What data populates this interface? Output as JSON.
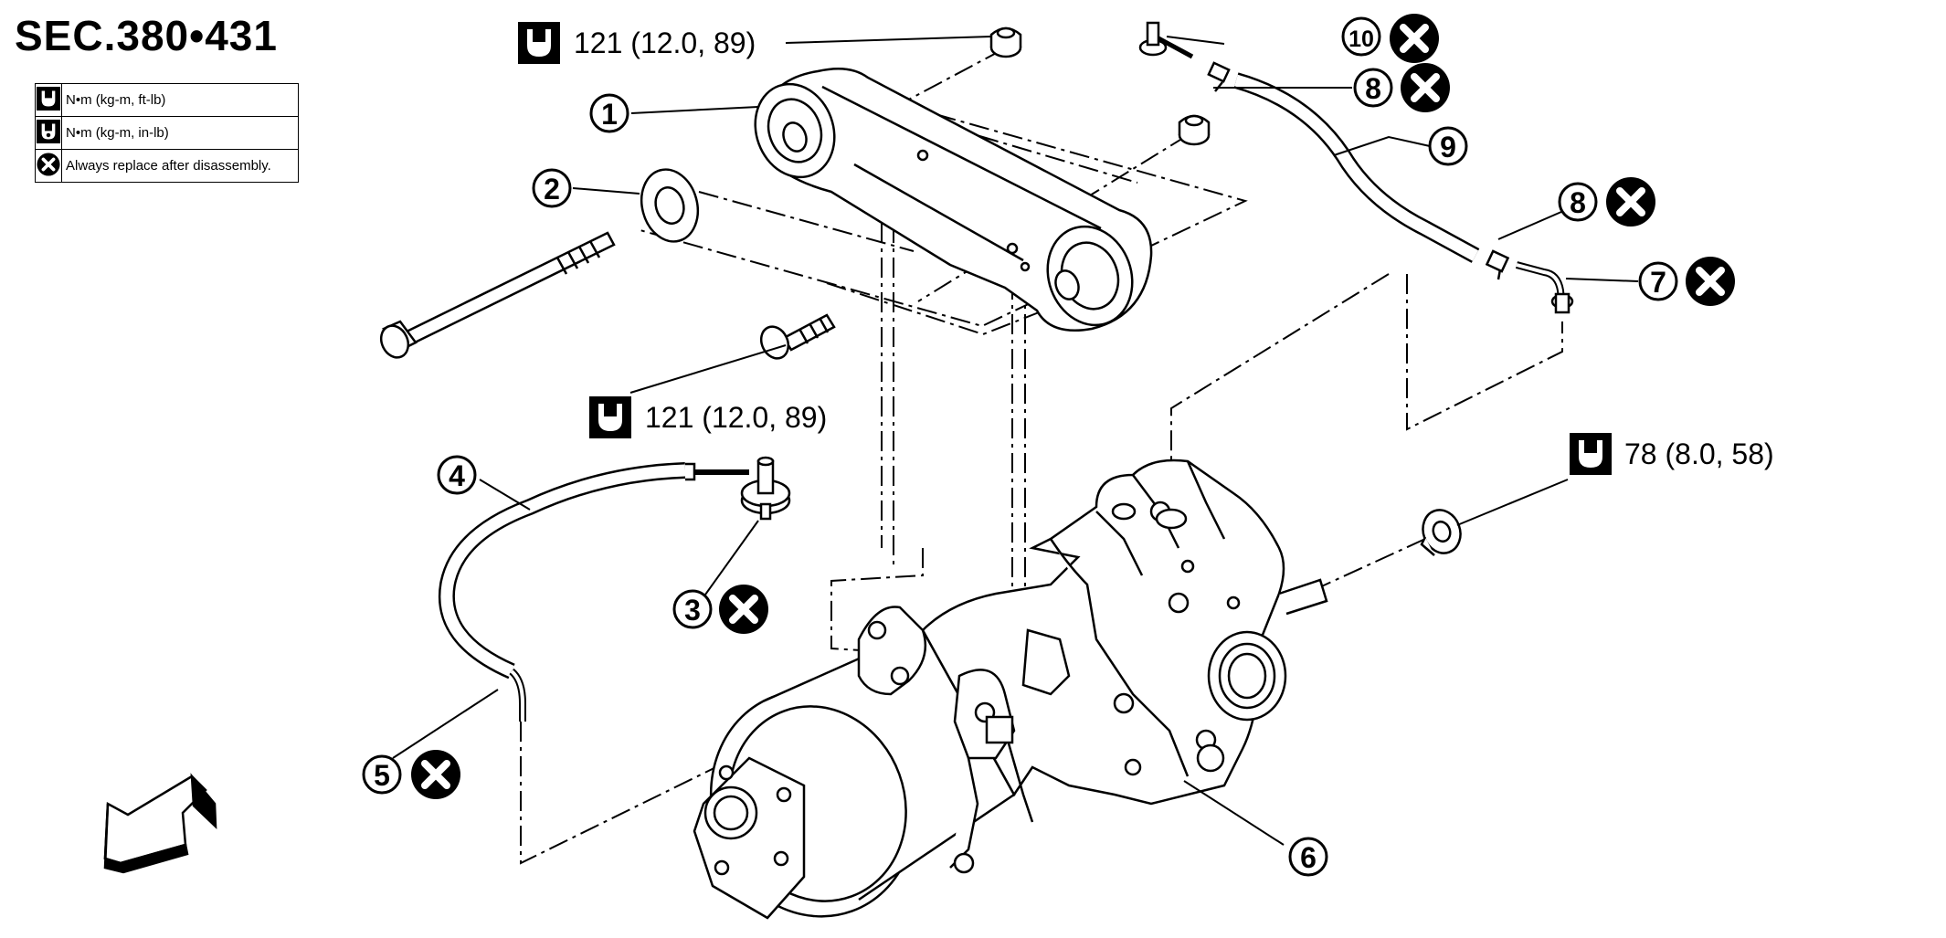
{
  "header": {
    "section": "SEC.380•431"
  },
  "legend": [
    {
      "icon": "torque-ft-lb-icon",
      "text": "N•m (kg-m, ft-lb)"
    },
    {
      "icon": "torque-in-lb-icon",
      "text": "N•m (kg-m, in-lb)"
    },
    {
      "icon": "replace-icon",
      "text": "Always replace after disassembly."
    }
  ],
  "torques": {
    "top": "121 (12.0, 89)",
    "middle": "121 (12.0, 89)",
    "right": "78 (8.0, 58)"
  },
  "callouts": {
    "c1": "1",
    "c2": "2",
    "c3": "3",
    "c4": "4",
    "c5": "5",
    "c6": "6",
    "c7": "7",
    "c8a": "8",
    "c8b": "8",
    "c9": "9",
    "c10": "10"
  },
  "colors": {
    "ink": "#000000",
    "paper": "#ffffff",
    "shade": "#d9d9d9"
  }
}
